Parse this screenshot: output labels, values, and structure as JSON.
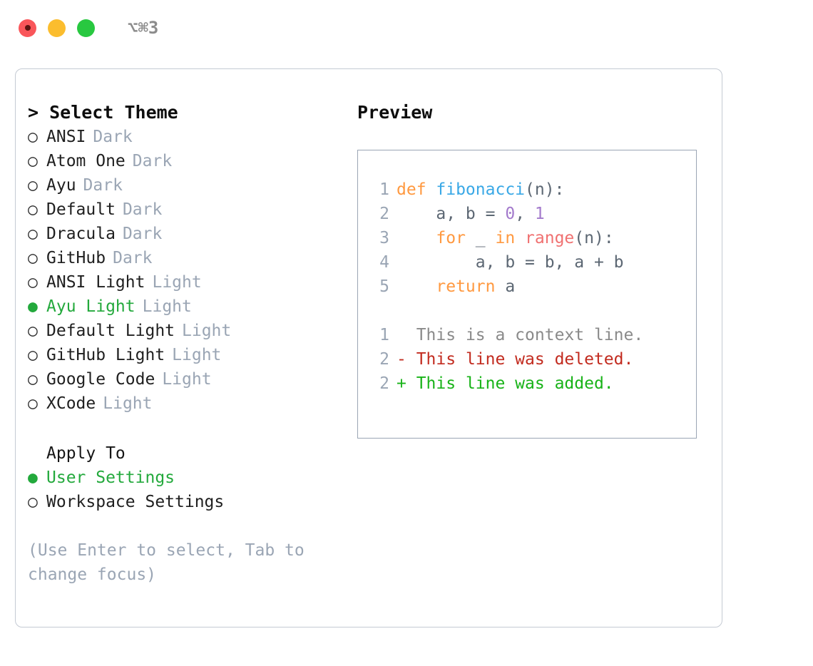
{
  "titlebar": {
    "shortcut": "⌥⌘3",
    "lights": [
      {
        "name": "close",
        "color": "#f9565a"
      },
      {
        "name": "minimize",
        "color": "#fbbd2e"
      },
      {
        "name": "maximize",
        "color": "#28c840"
      }
    ]
  },
  "theme_panel": {
    "heading": "> Select Theme",
    "items": [
      {
        "marker": "○",
        "label": "ANSI",
        "tag": "Dark",
        "selected": false
      },
      {
        "marker": "○",
        "label": "Atom One",
        "tag": "Dark",
        "selected": false
      },
      {
        "marker": "○",
        "label": "Ayu",
        "tag": "Dark",
        "selected": false
      },
      {
        "marker": "○",
        "label": "Default",
        "tag": "Dark",
        "selected": false
      },
      {
        "marker": "○",
        "label": "Dracula",
        "tag": "Dark",
        "selected": false
      },
      {
        "marker": "○",
        "label": "GitHub",
        "tag": "Dark",
        "selected": false
      },
      {
        "marker": "○",
        "label": "ANSI Light",
        "tag": "Light",
        "selected": false
      },
      {
        "marker": "●",
        "label": "Ayu Light",
        "tag": "Light",
        "selected": true
      },
      {
        "marker": "○",
        "label": "Default Light",
        "tag": "Light",
        "selected": false
      },
      {
        "marker": "○",
        "label": "GitHub Light",
        "tag": "Light",
        "selected": false
      },
      {
        "marker": "○",
        "label": "Google Code",
        "tag": "Light",
        "selected": false
      },
      {
        "marker": "○",
        "label": "XCode",
        "tag": "Light",
        "selected": false
      }
    ]
  },
  "apply_to": {
    "heading": "Apply To",
    "items": [
      {
        "marker": "●",
        "label": "User Settings",
        "selected": true
      },
      {
        "marker": "○",
        "label": "Workspace Settings",
        "selected": false
      }
    ]
  },
  "hint": "(Use Enter to select, Tab to change focus)",
  "preview": {
    "title": "Preview",
    "code_lines": [
      {
        "num": "1",
        "tokens": [
          {
            "text": "def ",
            "type": "kw"
          },
          {
            "text": "fibonacci",
            "type": "fn"
          },
          {
            "text": "(n):",
            "type": "pun"
          }
        ]
      },
      {
        "num": "2",
        "tokens": [
          {
            "text": "    a, b = ",
            "type": "var"
          },
          {
            "text": "0",
            "type": "num"
          },
          {
            "text": ", ",
            "type": "pun"
          },
          {
            "text": "1",
            "type": "num"
          }
        ]
      },
      {
        "num": "3",
        "tokens": [
          {
            "text": "    ",
            "type": "var"
          },
          {
            "text": "for",
            "type": "kw"
          },
          {
            "text": " _ ",
            "type": "var"
          },
          {
            "text": "in",
            "type": "kw"
          },
          {
            "text": " ",
            "type": "var"
          },
          {
            "text": "range",
            "type": "bi"
          },
          {
            "text": "(n):",
            "type": "pun"
          }
        ]
      },
      {
        "num": "4",
        "tokens": [
          {
            "text": "        a, b = b, a + b",
            "type": "var"
          }
        ]
      },
      {
        "num": "5",
        "tokens": [
          {
            "text": "    ",
            "type": "var"
          },
          {
            "text": "return",
            "type": "kw"
          },
          {
            "text": " a",
            "type": "var"
          }
        ]
      }
    ],
    "diff_lines": [
      {
        "num": "1",
        "sign": " ",
        "text": " This is a context line.",
        "kind": "ctx"
      },
      {
        "num": "2",
        "sign": "-",
        "text": " This line was deleted.",
        "kind": "del"
      },
      {
        "num": "2",
        "sign": "+",
        "text": " This line was added.",
        "kind": "add"
      }
    ]
  },
  "colors": {
    "accent_green": "#23a93c",
    "muted": "#9aa5b4",
    "border": "#c4cad3",
    "preview_border": "#9aa5b4",
    "keyword": "#ff9940",
    "function": "#39a8e6",
    "number": "#a37acc",
    "builtin": "#f07171",
    "diff_delete": "#c22b1f",
    "diff_add": "#18b318"
  }
}
